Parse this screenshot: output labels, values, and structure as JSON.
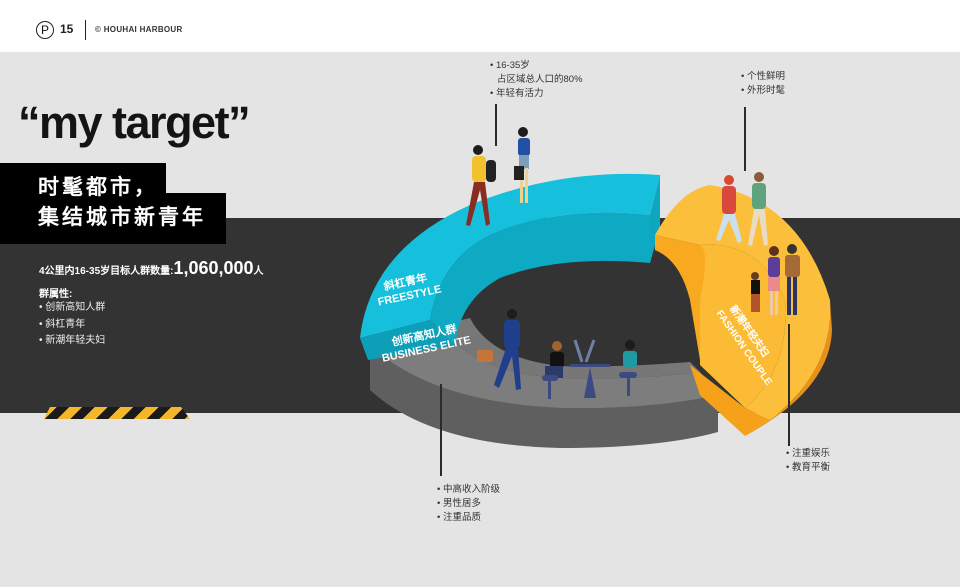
{
  "header": {
    "page_badge": "P",
    "page_number": "15",
    "brand": "© HOUHAI HARBOUR"
  },
  "hero": {
    "headline": "“my target”",
    "slogan_line1": "时髦都市，",
    "slogan_line2": "集结城市新青年"
  },
  "stats": {
    "prefix": "4公里内16-35岁目标人群数量:",
    "value": "1,060,000",
    "unit": "人",
    "attributes_title": "群属性:",
    "attributes": [
      "创新高知人群",
      "斜杠青年",
      "新潮年轻夫妇"
    ]
  },
  "segments": [
    {
      "id": "freestyle",
      "label_cn": "斜杠青年",
      "label_en": "FREESTYLE",
      "color": "#14bcd8"
    },
    {
      "id": "business-elite",
      "label_cn": "创新高知人群",
      "label_en": "BUSINESS ELITE",
      "color": "#7a7a7a"
    },
    {
      "id": "fashion-couple",
      "label_cn": "新潮年轻夫妇",
      "label_en": "FASHION COUPLE",
      "color": "#fbbd38"
    }
  ],
  "callouts": {
    "freestyle": {
      "line1": "16-35岁",
      "line1b": "占区域总人口的80%",
      "line2": "年轻有活力"
    },
    "fashion_top": {
      "line1": "个性鲜明",
      "line2": "外形时髦"
    },
    "fashion_bottom": {
      "line1": "注重娱乐",
      "line2": "教育平衡"
    },
    "business": {
      "line1": "中高收入阶级",
      "line2": "男性居多",
      "line3": "注重品质"
    }
  },
  "colors": {
    "accent_yellow": "#f5b72a",
    "cyan": "#14bcd8",
    "gray": "#7a7a7a",
    "dark_band": "#333333"
  }
}
